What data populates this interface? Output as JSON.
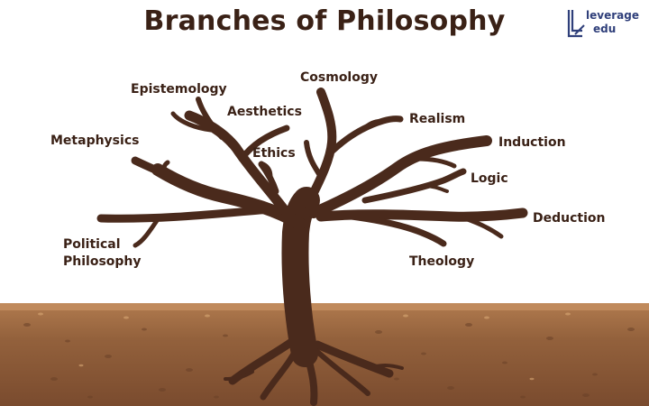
{
  "title": "Branches of Philosophy",
  "logo": {
    "line1": "leverage",
    "line2": "edu"
  },
  "branches": {
    "epistemology": "Epistemology",
    "cosmology": "Cosmology",
    "aesthetics": "Aesthetics",
    "realism": "Realism",
    "metaphysics": "Metaphysics",
    "ethics": "Ethics",
    "induction": "Induction",
    "logic": "Logic",
    "deduction": "Deduction",
    "political_line1": "Political",
    "political_line2": "Philosophy",
    "theology": "Theology"
  },
  "colors": {
    "trunk": "#4a2a1c",
    "text": "#3a2116",
    "soil_light": "#a36f45",
    "soil_dark": "#6a4128",
    "logo": "#2f3f7a"
  }
}
